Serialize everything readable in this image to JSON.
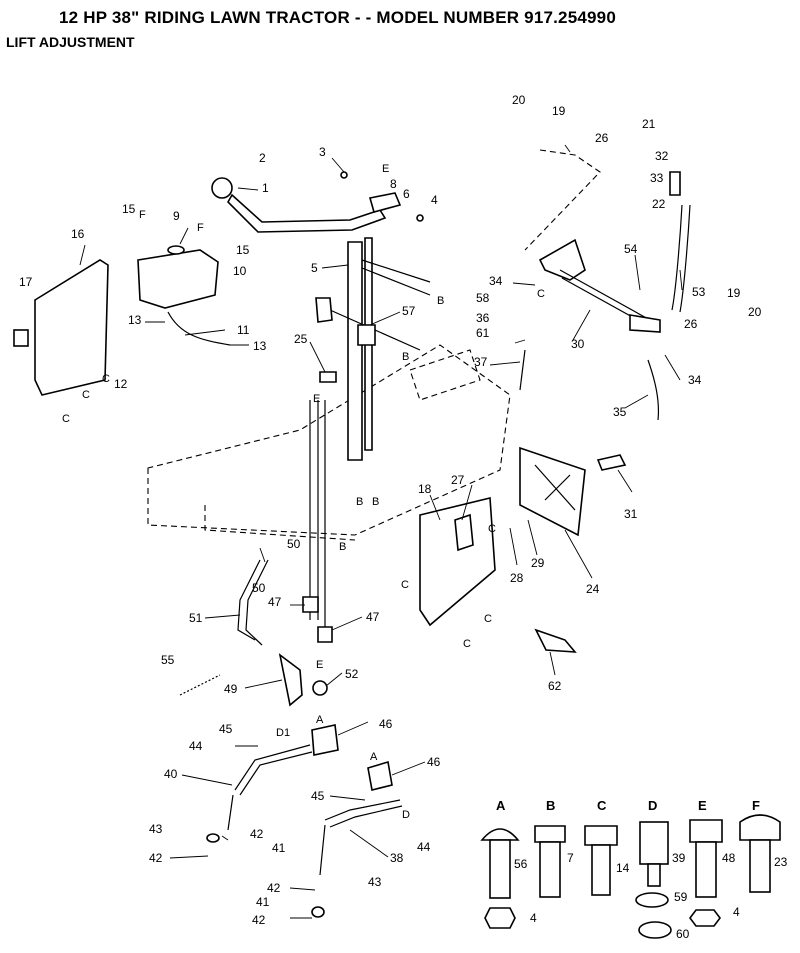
{
  "header": {
    "title": "12 HP 38\" RIDING LAWN TRACTOR - - MODEL NUMBER 917.254990",
    "subtitle": "LIFT ADJUSTMENT"
  },
  "callouts": {
    "n1": "1",
    "n2": "2",
    "n3": "3",
    "n4": "4",
    "n5": "5",
    "n6": "6",
    "n8": "8",
    "n9": "9",
    "n10": "10",
    "n11": "11",
    "n12": "12",
    "n13a": "13",
    "n13b": "13",
    "n15a": "15",
    "n15b": "15",
    "n16": "16",
    "n17": "17",
    "n18": "18",
    "n19a": "19",
    "n19b": "19",
    "n20a": "20",
    "n20b": "20",
    "n21": "21",
    "n22": "22",
    "n24": "24",
    "n25": "25",
    "n26a": "26",
    "n26b": "26",
    "n27": "27",
    "n28": "28",
    "n29": "29",
    "n30": "30",
    "n31": "31",
    "n32": "32",
    "n33": "33",
    "n34a": "34",
    "n34b": "34",
    "n35": "35",
    "n36": "36",
    "n37": "37",
    "n38": "38",
    "n40": "40",
    "n41a": "41",
    "n41b": "41",
    "n42a": "42",
    "n42b": "42",
    "n42c": "42",
    "n42d": "42",
    "n43a": "43",
    "n43b": "43",
    "n44a": "44",
    "n44b": "44",
    "n45a": "45",
    "n45b": "45",
    "n46a": "46",
    "n46b": "46",
    "n47a": "47",
    "n47b": "47",
    "n49": "49",
    "n50a": "50",
    "n50b": "50",
    "n51": "51",
    "n52": "52",
    "n53": "53",
    "n54": "54",
    "n55": "55",
    "n57": "57",
    "n58": "58",
    "n61": "61",
    "n62": "62"
  },
  "letters": {
    "E": "E",
    "F": "F",
    "B": "B",
    "C": "C",
    "A": "A",
    "D": "D",
    "D1": "D1"
  },
  "hardware_key": {
    "headers": [
      "A",
      "B",
      "C",
      "D",
      "E",
      "F"
    ],
    "parts": [
      "56",
      "7",
      "14",
      "39",
      "48",
      "23"
    ],
    "nuts": [
      "4",
      "4"
    ],
    "washers": [
      "59",
      "60"
    ]
  }
}
